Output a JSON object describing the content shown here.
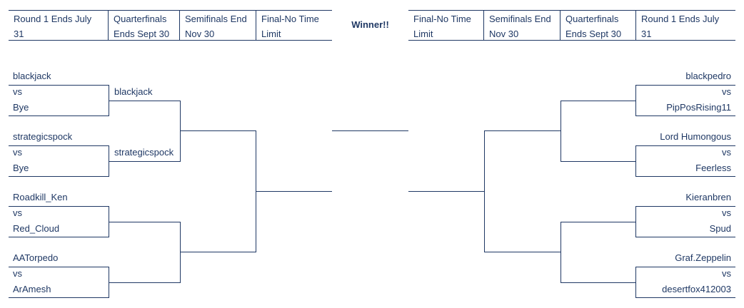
{
  "headers": {
    "left": [
      "Round 1 Ends July 31",
      "Quarterfinals Ends Sept 30",
      "Semifinals End Nov 30",
      "Final-No Time Limit"
    ],
    "right": [
      "Final-No Time Limit",
      "Semifinals End Nov 30",
      "Quarterfinals Ends Sept 30",
      "Round 1 Ends July 31"
    ]
  },
  "winner_label": "Winner!!",
  "left_round1": [
    {
      "top": "blackjack",
      "vs": "vs",
      "bottom": "Bye"
    },
    {
      "top": "strategicspock",
      "vs": "vs",
      "bottom": "Bye"
    },
    {
      "top": "Roadkill_Ken",
      "vs": "vs",
      "bottom": "Red_Cloud"
    },
    {
      "top": "AATorpedo",
      "vs": "vs",
      "bottom": "ArAmesh"
    }
  ],
  "left_quarterfinals": [
    "blackjack",
    "strategicspock",
    "",
    ""
  ],
  "right_round1": [
    {
      "top": "blackpedro",
      "vs": "vs",
      "bottom": "PipPosRising11"
    },
    {
      "top": "Lord Humongous",
      "vs": "vs",
      "bottom": "Feerless"
    },
    {
      "top": "Kieranbren",
      "vs": "vs",
      "bottom": "Spud"
    },
    {
      "top": "Graf.Zeppelin",
      "vs": "vs",
      "bottom": "desertfox412003"
    }
  ],
  "right_quarterfinals": [
    "",
    "",
    "",
    ""
  ],
  "colors": {
    "ink": "#1f3864",
    "background": "#ffffff"
  }
}
